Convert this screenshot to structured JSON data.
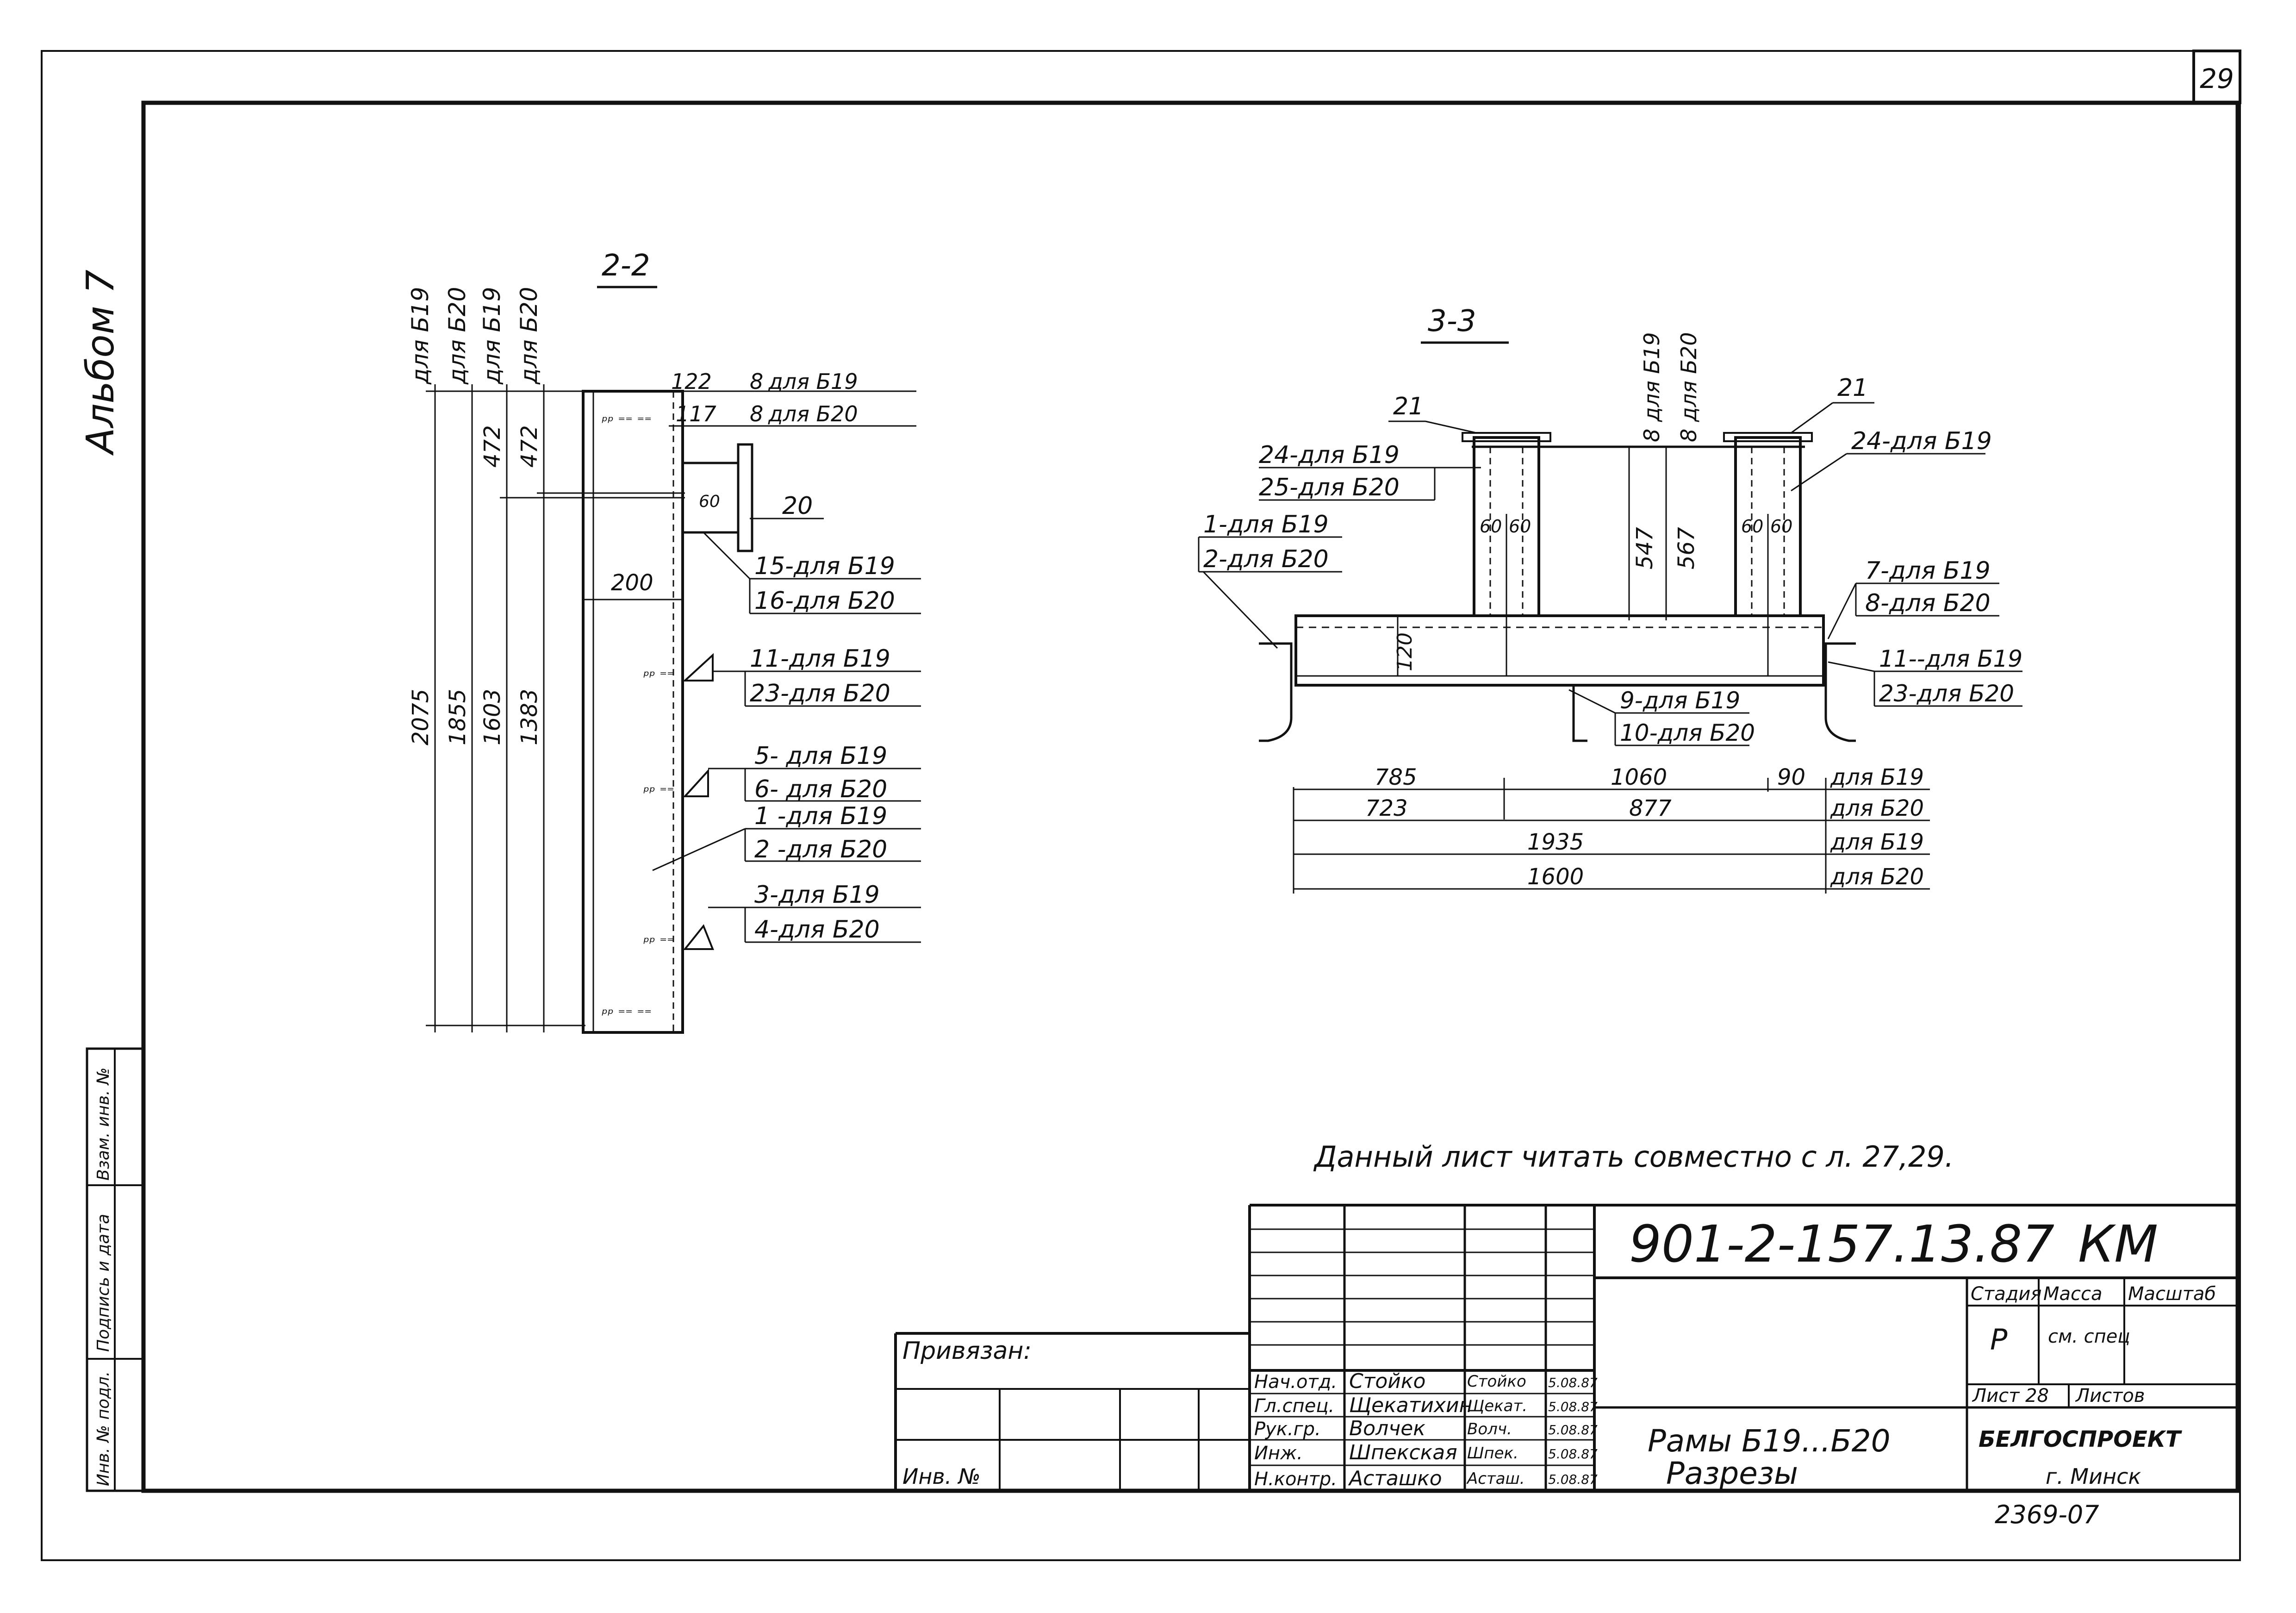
{
  "sheet": {
    "page_number": "29",
    "album": "Альбом 7",
    "note": "Данный лист читать совместно с л. 27,29."
  },
  "section_2_2": {
    "title": "2-2",
    "vertical_labels": [
      "для Б19",
      "для Б20",
      "для Б19",
      "для Б20"
    ],
    "dims_vertical": [
      "2075",
      "1855",
      "1603",
      "1383",
      "472",
      "472"
    ],
    "dim_top_1": "122",
    "dim_top_1b": "8",
    "dim_top_1_label": "для Б19",
    "dim_top_2": "117",
    "dim_top_2b": "8",
    "dim_top_2_label": "для Б20",
    "dim_200": "200",
    "dim_small": "60",
    "callouts": [
      {
        "a": "20",
        "b": ""
      },
      {
        "a": "15-для Б19",
        "b": "16-для Б20"
      },
      {
        "a": "11-для Б19",
        "b": "23-для Б20"
      },
      {
        "a": "5- для Б19",
        "b": "6- для Б20"
      },
      {
        "a": "1 -для Б19",
        "b": "2 -для Б20"
      },
      {
        "a": "3-для Б19",
        "b": "4-для Б20"
      }
    ]
  },
  "section_3_3": {
    "title": "3-3",
    "marks": [
      "21",
      "21"
    ],
    "callouts": [
      {
        "a": "24-для Б19",
        "b": "25-для Б20"
      },
      {
        "a": "1-для Б19",
        "b": "2-для Б20"
      },
      {
        "a": "24-для Б19",
        "b": ""
      },
      {
        "a": "7-для Б19",
        "b": "8-для Б20"
      },
      {
        "a": "11--для Б19",
        "b": "23-для Б20"
      },
      {
        "a": "9-для Б19",
        "b": "10-для Б20"
      }
    ],
    "top_labels": [
      "8 для Б19",
      "8 для Б20"
    ],
    "dims_vertical": [
      "547",
      "567",
      "120"
    ],
    "dims_60": [
      "60",
      "60",
      "60",
      "60"
    ],
    "dim_rows": [
      {
        "values": [
          "785",
          "1060",
          "90"
        ],
        "label": "для Б19"
      },
      {
        "values": [
          "723",
          "877"
        ],
        "label": "для Б20"
      },
      {
        "values": [
          "1935"
        ],
        "label": "для Б19"
      },
      {
        "values": [
          "1600"
        ],
        "label": "для Б20"
      }
    ]
  },
  "left_stamp": [
    "Инв. № подл.",
    "Подпись и дата",
    "Взам. инв. №"
  ],
  "title_block": {
    "code": "901-2-157.13.87",
    "mark": "КМ",
    "bound": "Привязан:",
    "inv_no": "Инв. №",
    "roles": [
      "Нач.отд.",
      "Гл.спец.",
      "Рук.гр.",
      "Инж.",
      "Н.контр."
    ],
    "names": [
      "Стойко",
      "Щекатихин",
      "Волчек",
      "Шпекская",
      "Асташко"
    ],
    "signatures": [
      "Стойко",
      "Щекат.",
      "Волч.",
      "Шпек.",
      "Асташ."
    ],
    "dates": [
      "5.08.87",
      "5.08.87",
      "5.08.87",
      "5.08.87",
      "5.08.87"
    ],
    "sheet_title_1": "Рамы Б19...Б20",
    "sheet_title_2": "Разрезы",
    "col_stage": "Стадия",
    "col_mass": "Масса",
    "col_scale": "Масштаб",
    "stage": "Р",
    "mass": "см. спец",
    "sheet_label": "Лист 28",
    "sheets_label": "Листов",
    "org": "БЕЛГОСПРОЕКТ",
    "city": "г. Минск",
    "archive": "2369-07"
  }
}
